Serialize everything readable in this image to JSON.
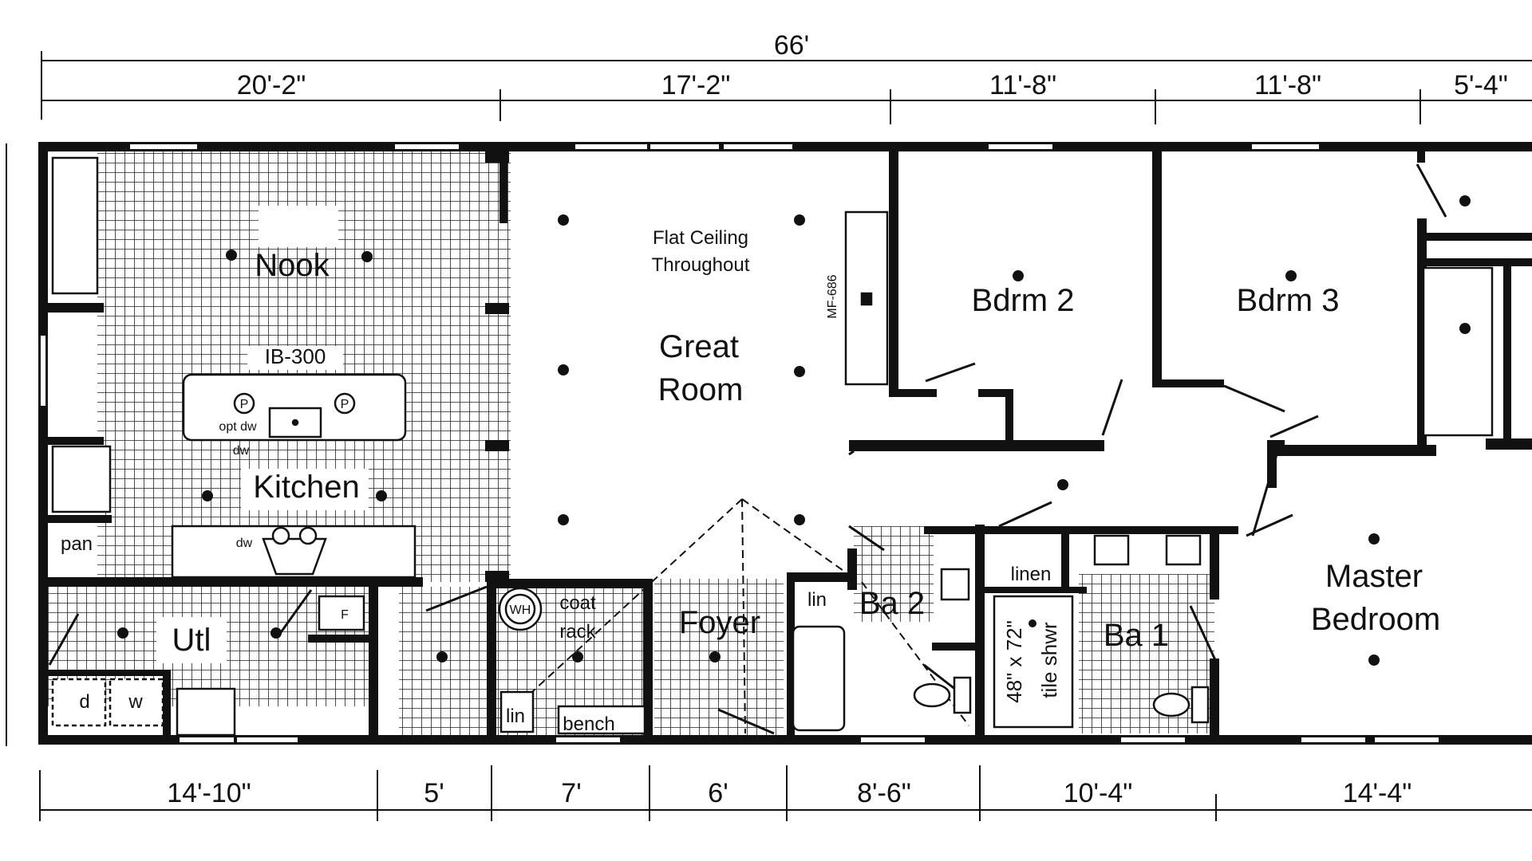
{
  "dimensions": {
    "overall": "66'",
    "top": [
      "20'-2\"",
      "17'-2\"",
      "11'-8\"",
      "11'-8\"",
      "5'-4\""
    ],
    "bottom": [
      "14'-10\"",
      "5'",
      "7'",
      "6'",
      "8'-6\"",
      "10'-4\"",
      "14'-4\""
    ]
  },
  "rooms": {
    "nook": "Nook",
    "kitchen": "Kitchen",
    "utl": "Utl",
    "great_room_1": "Great",
    "great_room_2": "Room",
    "ceiling_note_1": "Flat Ceiling",
    "ceiling_note_2": "Throughout",
    "bdrm2": "Bdrm 2",
    "bdrm3": "Bdrm 3",
    "master_1": "Master",
    "master_2": "Bedroom",
    "foyer": "Foyer",
    "ba2": "Ba 2",
    "ba1": "Ba 1"
  },
  "labels": {
    "island": "IB-300",
    "opt_dw": "opt dw",
    "dw": "dw",
    "dw2": "dw",
    "pan": "pan",
    "d": "d",
    "w": "w",
    "wh": "WH",
    "coat": "coat",
    "rack": "rack",
    "bench": "bench",
    "lin_foyer": "lin",
    "lin_ba2": "lin",
    "linen": "linen",
    "shower_1": "48\" x 72\"",
    "shower_2": "tile shwr",
    "fireplace": "MF-686",
    "f": "F",
    "p": "P"
  }
}
